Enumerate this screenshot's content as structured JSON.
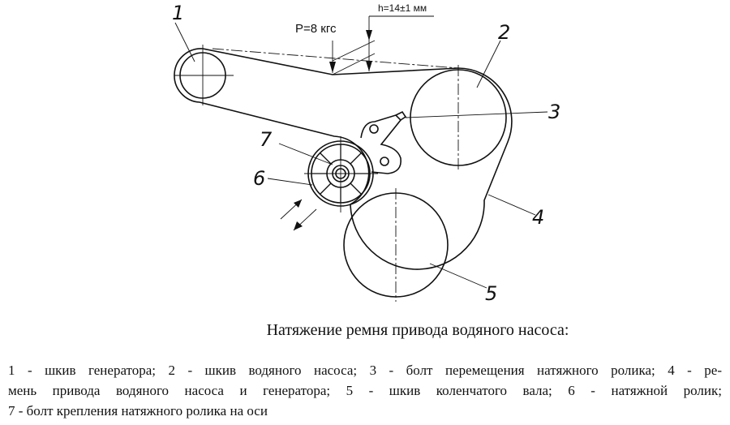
{
  "diagram": {
    "labels": [
      "1",
      "2",
      "3",
      "4",
      "5",
      "6",
      "7"
    ],
    "force_label": "P=8 кгс",
    "deflection_label": "h=14±1 мм"
  },
  "caption": "Натяжение ремня привода водяного насоса:",
  "legend_lines": [
    "1 - шкив генератора; 2 - шкив водяного насоса; 3 - болт перемещения натяжного ролика; 4 - ре-",
    "мень привода водяного насоса и генератора; 5 - шкив коленчатого вала; 6 - натяжной ролик;",
    "7 - болт крепления натяжного ролика на оси"
  ]
}
